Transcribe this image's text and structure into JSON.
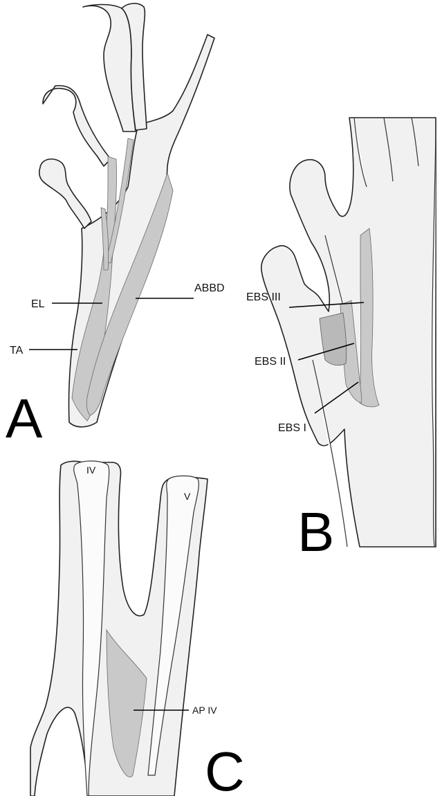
{
  "panels": {
    "a": {
      "letter": "A",
      "labels": {
        "el": "EL",
        "ta": "TA",
        "abbd": "ABBD"
      }
    },
    "b": {
      "letter": "B",
      "labels": {
        "ebs3": "EBS III",
        "ebs2": "EBS II",
        "ebs1": "EBS I"
      }
    },
    "c": {
      "letter": "C",
      "labels": {
        "digit4": "IV",
        "digit5": "V",
        "ap4": "AP IV"
      }
    }
  }
}
